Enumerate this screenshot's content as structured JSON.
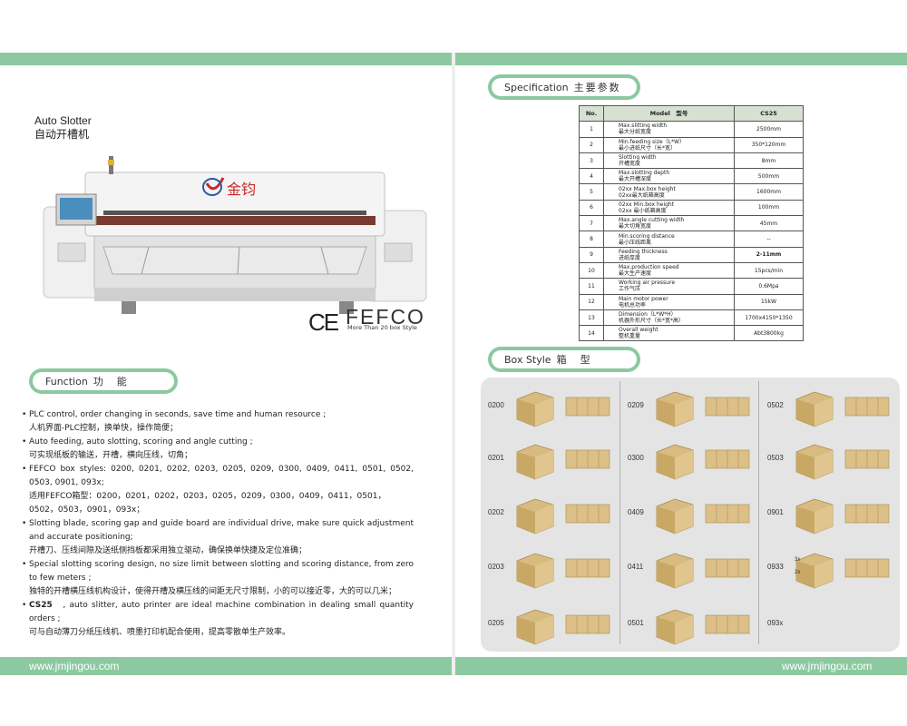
{
  "website": "www.jmjingou.com",
  "machine": {
    "title_en": "Auto Slotter",
    "title_zh": "自动开槽机",
    "brand_logo": "金钧",
    "ce_mark": "CE",
    "fefco": "FEFCO",
    "fefco_sub": "More Than 20 box Style"
  },
  "function": {
    "heading_en": "Function",
    "heading_zh": "功　能",
    "items": [
      {
        "en": "PLC control, order changing in seconds, save time and human resource ;",
        "zh": "人机界面-PLC控制，换单快，操作简便；"
      },
      {
        "en": "Auto feeding, auto slotting, scoring and angle cutting ;",
        "zh": "可实现纸板的输送，开槽，横向压线，切角；"
      },
      {
        "en": "FEFCO box styles: 0200, 0201, 0202, 0203, 0205, 0209, 0300, 0409, 0411, 0501, 0502, 0503, 0901, 093x;",
        "zh": "适用FEFCO箱型：0200，0201，0202，0203，0205，0209，0300，0409，0411，0501，0502，0503，0901，093x；"
      },
      {
        "en": "Slotting blade, scoring gap and guide board are individual drive, make sure quick adjustment and accurate positioning;",
        "zh": "开槽刀、压线间隙及送纸侧挡板都采用独立驱动，确保换单快捷及定位准确；"
      },
      {
        "en": "Special slotting scoring design, no size limit between slotting and scoring distance, from zero to few meters ;",
        "zh": "独特的开槽横压线机构设计，使得开槽及横压线的间距无尺寸限制，小的可以接近零，大的可以几米；"
      },
      {
        "en_bold": "CS25",
        "en": "　, auto slitter, auto printer are ideal machine combination in dealing small quantity orders ;",
        "zh": "可与自动薄刀分纸压线机、喷墨打印机配合使用，提高零散单生产效率。"
      }
    ]
  },
  "specification": {
    "heading_en": "Specification",
    "heading_zh": "主要参数",
    "col_no": "No.",
    "col_model": "Model　型号",
    "col_value": "CS25",
    "rows": [
      {
        "no": "1",
        "en": "Max.slitting width",
        "zh": "最大分纸宽度",
        "value": "2500mm"
      },
      {
        "no": "2",
        "en": "Min.feeding size（L*W）",
        "zh": "最小进纸尺寸（长*宽）",
        "value": "350*120mm"
      },
      {
        "no": "3",
        "en": "Slotting width",
        "zh": "开槽宽度",
        "value": "8mm"
      },
      {
        "no": "4",
        "en": "Max.slotting depth",
        "zh": "最大开槽深度",
        "value": "500mm"
      },
      {
        "no": "5",
        "en": "02xx Max.box height",
        "zh": "02xx最大纸箱高度",
        "value": "1600mm"
      },
      {
        "no": "6",
        "en": "02xx Min.box height",
        "zh": "02xx 最小纸箱高度",
        "value": "100mm"
      },
      {
        "no": "7",
        "en": "Max.angle cutting width",
        "zh": "最大切角宽度",
        "value": "45mm"
      },
      {
        "no": "8",
        "en": "Min.scoring distance",
        "zh": "最小压线距离",
        "value": "--"
      },
      {
        "no": "9",
        "en": "Feeding thickness",
        "zh": "进纸厚度",
        "value": "2-11mm"
      },
      {
        "no": "10",
        "en": "Max.production speed",
        "zh": "最大生产速度",
        "value": "15pcs/min"
      },
      {
        "no": "11",
        "en": "Working air pressure",
        "zh": "工作气压",
        "value": "0.6Mpa"
      },
      {
        "no": "12",
        "en": "Main motor power",
        "zh": "电机总功率",
        "value": "15kW"
      },
      {
        "no": "13",
        "en": "Dimension（L*W*H）",
        "zh": "机器外形尺寸（长*宽*高）",
        "value": "1700x4150*1350"
      },
      {
        "no": "14",
        "en": "Overall weight",
        "zh": "整机重量",
        "value": "Abt3800kg"
      }
    ]
  },
  "box_style": {
    "heading_en": "Box Style",
    "heading_zh": "箱　型",
    "codes": [
      "0200",
      "0201",
      "0202",
      "0203",
      "0205",
      "0209",
      "0300",
      "0409",
      "0411",
      "0501",
      "0502",
      "0503",
      "0901",
      "0933",
      "093x"
    ],
    "mult_3x": "3x",
    "mult_2x": "2x"
  }
}
